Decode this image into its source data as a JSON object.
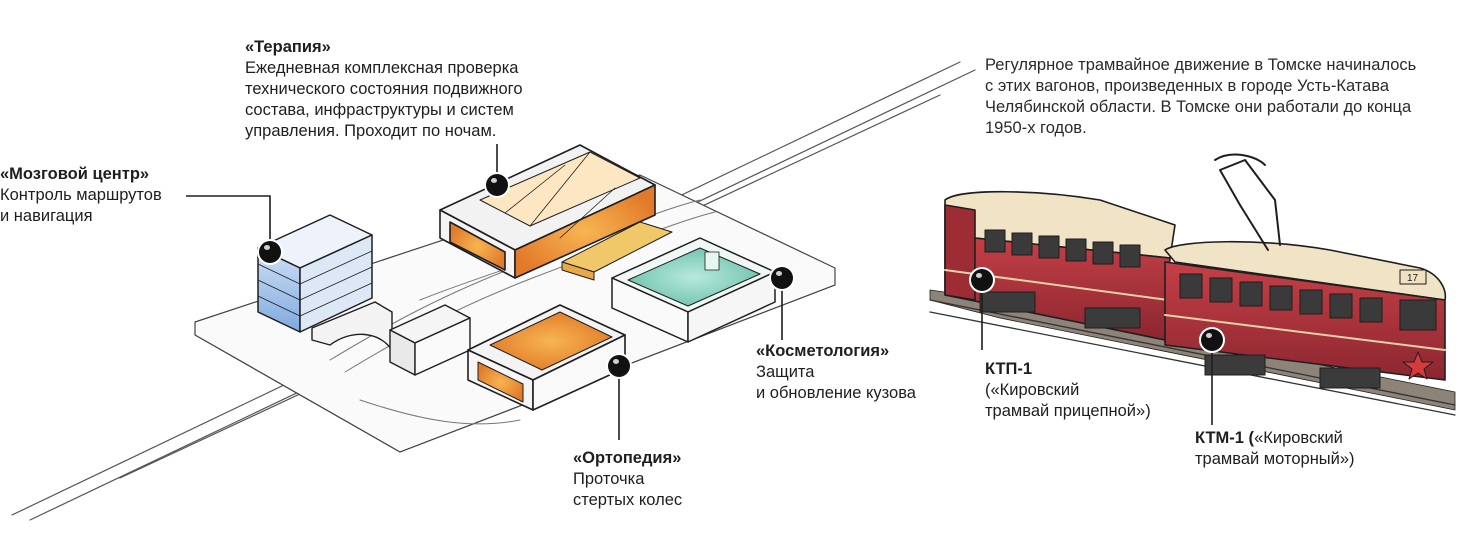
{
  "labels": {
    "therapy": {
      "title": "«Терапия»",
      "lines": [
        "Ежедневная комплексная проверка",
        "технического состояния подвижного",
        "состава, инфраструктуры и систем",
        "управления. Проходит по ночам."
      ]
    },
    "brain": {
      "title": "«Мозговой центр»",
      "lines": [
        "Контроль маршрутов",
        "и навигация"
      ]
    },
    "cosmetology": {
      "title": "«Косметология»",
      "lines": [
        "Защита",
        "и обновление кузова"
      ]
    },
    "orthopedics": {
      "title": "«Ортопедия»",
      "lines": [
        "Проточка",
        "стертых колес"
      ]
    },
    "ktp": {
      "title": "КТП-1",
      "lines": [
        "(«Кировский",
        "трамвай прицепной»)"
      ]
    },
    "ktm": {
      "title": "КТМ-1 (",
      "title_rest": "«Кировский",
      "lines": [
        "трамвай моторный»)"
      ]
    }
  },
  "intro": {
    "lines": [
      "Регулярное трамвайное движение в Томске начиналось",
      "с этих вагонов, произведенных в городе Усть-Катава",
      "Челябинской области. В Томске они работали до конца",
      "1950-х годов."
    ]
  },
  "tram_badge": "17",
  "icons": {
    "depot": "tram-depot-illustration",
    "tram": "tram-illustration",
    "marker": "callout-dot-icon"
  },
  "colors": {
    "tram_red": "#b0343b",
    "tram_cream": "#efe1c2",
    "glow_orange": "#f3a33f",
    "glow_teal": "#8fd3c2",
    "glow_blue": "#8fb6e6",
    "ink": "#1e1e1e"
  }
}
